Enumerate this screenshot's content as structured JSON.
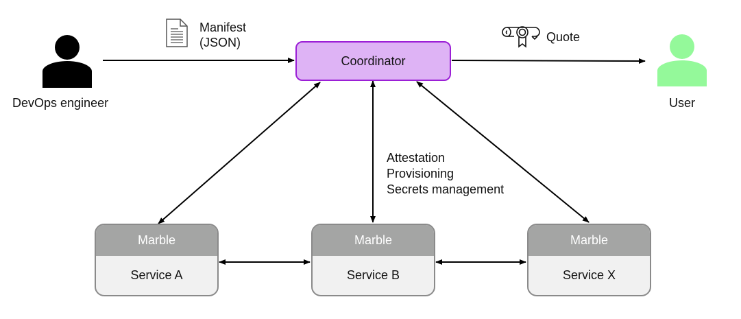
{
  "actors": {
    "devops": {
      "label": "DevOps engineer",
      "color": "#000000"
    },
    "user": {
      "label": "User",
      "color": "#94f99a"
    }
  },
  "coordinator": {
    "label": "Coordinator",
    "fill": "#deb3f5",
    "border": "#9b1fd6"
  },
  "flows": {
    "manifest": {
      "icon": "document-icon",
      "line1": "Manifest",
      "line2": "(JSON)"
    },
    "quote": {
      "icon": "certificate-icon",
      "label": "Quote"
    },
    "coordinator_to_marbles": {
      "lines": [
        "Attestation",
        "Provisioning",
        "Secrets management"
      ]
    }
  },
  "marbles": [
    {
      "header": "Marble",
      "service": "Service A"
    },
    {
      "header": "Marble",
      "service": "Service B"
    },
    {
      "header": "Marble",
      "service": "Service X"
    }
  ],
  "colors": {
    "marble_header": "#a4a5a4",
    "marble_body": "#f1f1f1",
    "marble_border": "#8a8a8a",
    "arrow": "#000000"
  }
}
